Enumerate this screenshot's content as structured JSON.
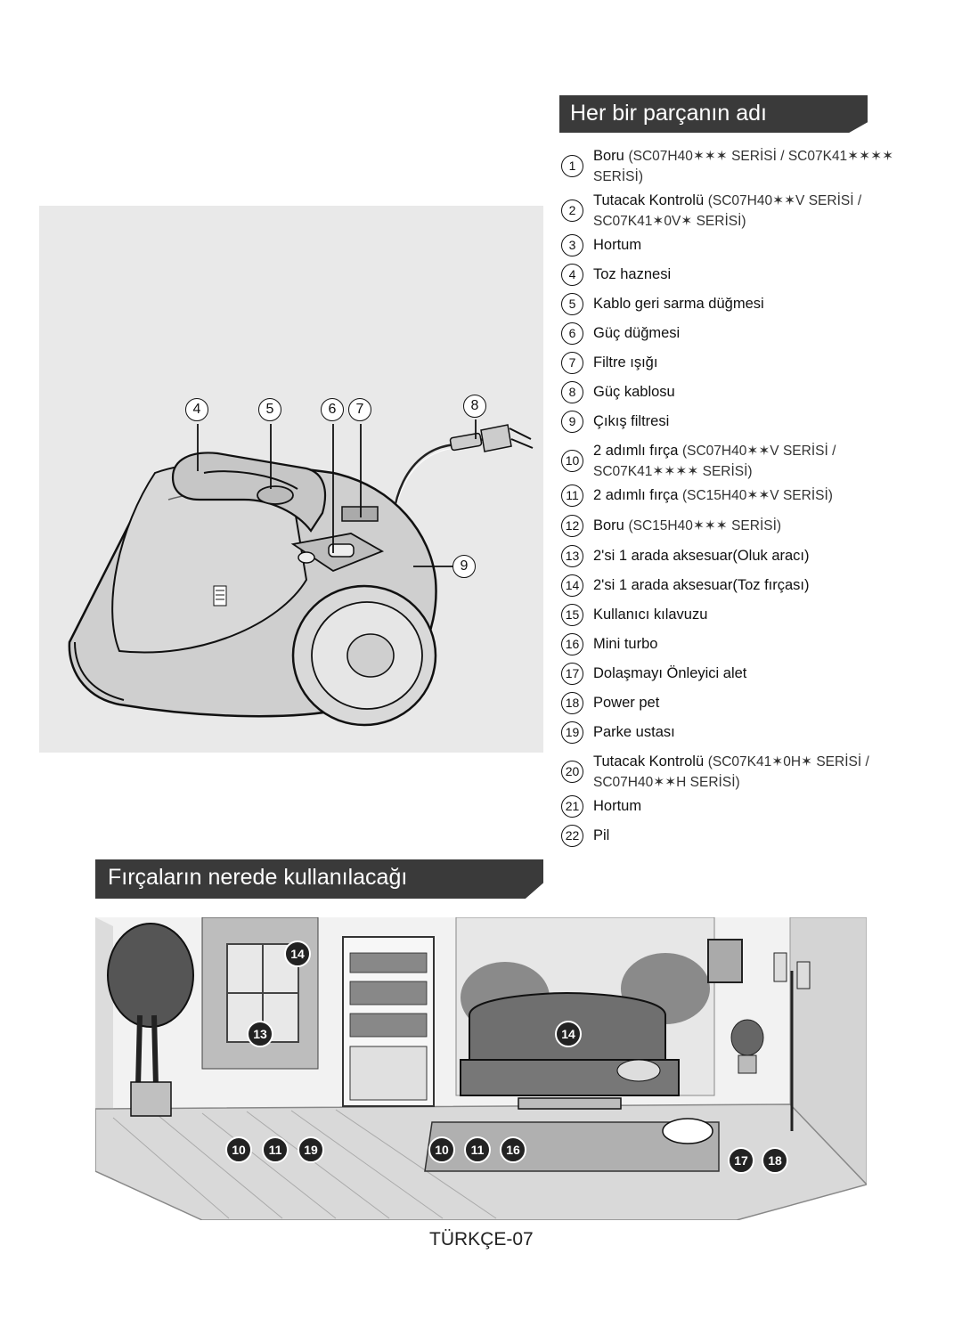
{
  "parts_title": "Her bir parçanın adı",
  "brushes_title": "Fırçaların nerede kullanılacağı",
  "parts": [
    {
      "num": "1",
      "label": "Boru",
      "model": "(SC07H40✶✶✶ SERİSİ / SC07K41✶✶✶✶ SERİSİ)"
    },
    {
      "num": "2",
      "label": "Tutacak Kontrolü",
      "model": "(SC07H40✶✶V SERİSİ / SC07K41✶0V✶ SERİSİ)"
    },
    {
      "num": "3",
      "label": "Hortum",
      "model": ""
    },
    {
      "num": "4",
      "label": "Toz haznesi",
      "model": ""
    },
    {
      "num": "5",
      "label": "Kablo geri sarma düğmesi",
      "model": ""
    },
    {
      "num": "6",
      "label": "Güç düğmesi",
      "model": ""
    },
    {
      "num": "7",
      "label": "Filtre ışığı",
      "model": ""
    },
    {
      "num": "8",
      "label": "Güç kablosu",
      "model": ""
    },
    {
      "num": "9",
      "label": "Çıkış filtresi",
      "model": ""
    },
    {
      "num": "10",
      "label": "2 adımlı fırça",
      "model": "(SC07H40✶✶V SERİSİ / SC07K41✶✶✶✶ SERİSİ)"
    },
    {
      "num": "11",
      "label": "2 adımlı fırça",
      "model": "(SC15H40✶✶V SERİSİ)"
    },
    {
      "num": "12",
      "label": "Boru",
      "model": "(SC15H40✶✶✶ SERİSİ)"
    },
    {
      "num": "13",
      "label": "2'si 1 arada aksesuar(Oluk aracı)",
      "model": ""
    },
    {
      "num": "14",
      "label": "2'si 1 arada aksesuar(Toz fırçası)",
      "model": ""
    },
    {
      "num": "15",
      "label": "Kullanıcı kılavuzu",
      "model": ""
    },
    {
      "num": "16",
      "label": "Mini turbo",
      "model": ""
    },
    {
      "num": "17",
      "label": "Dolaşmayı Önleyici alet",
      "model": ""
    },
    {
      "num": "18",
      "label": "Power pet",
      "model": ""
    },
    {
      "num": "19",
      "label": "Parke ustası",
      "model": ""
    },
    {
      "num": "20",
      "label": "Tutacak Kontrolü",
      "model": "(SC07K41✶0H✶ SERİSİ / SC07H40✶✶H SERİSİ)"
    },
    {
      "num": "21",
      "label": "Hortum",
      "model": ""
    },
    {
      "num": "22",
      "label": "Pil",
      "model": ""
    }
  ],
  "vacuum_callouts": {
    "c4": "4",
    "c5": "5",
    "c6": "6",
    "c7": "7",
    "c8": "8",
    "c9": "9"
  },
  "scene_labels": {
    "window_14": "14",
    "window_13": "13",
    "sofa_14": "14",
    "floor_left_10": "10",
    "floor_left_11": "11",
    "floor_left_19": "19",
    "rug_10": "10",
    "rug_11": "11",
    "rug_16": "16",
    "right_17": "17",
    "right_18": "18"
  },
  "footer": {
    "lang": "TÜRKÇE-",
    "page": "07"
  }
}
